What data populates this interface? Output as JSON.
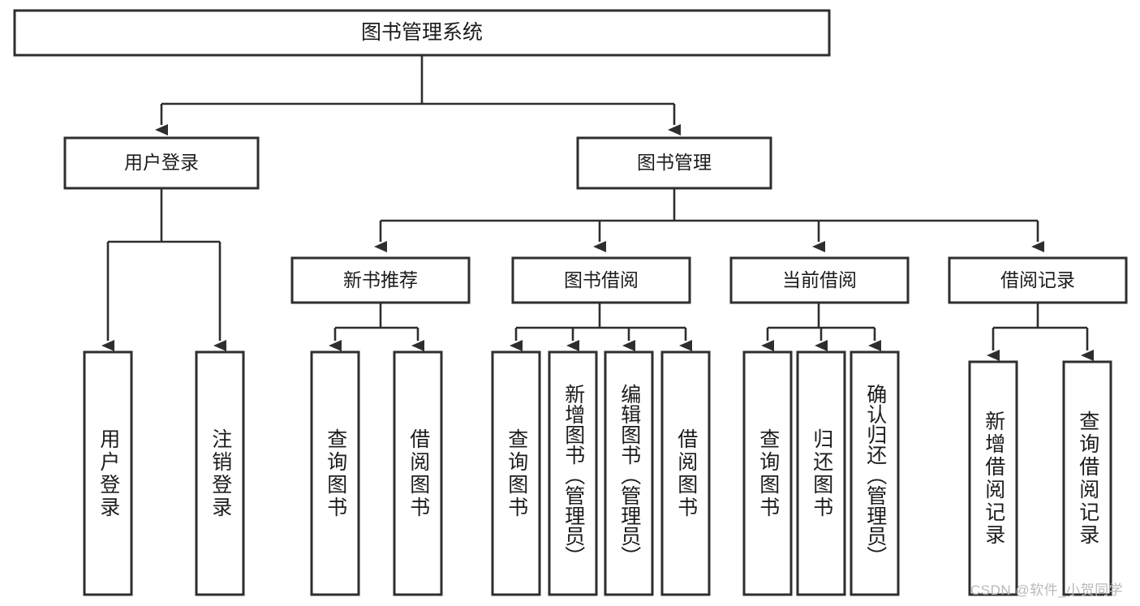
{
  "diagram": {
    "type": "hierarchy-tree",
    "title": "图书管理系统",
    "root": {
      "label": "图书管理系统",
      "orientation": "horizontal"
    },
    "level2": [
      {
        "label": "用户登录",
        "orientation": "horizontal"
      },
      {
        "label": "图书管理",
        "orientation": "horizontal"
      }
    ],
    "level3": [
      {
        "label": "新书推荐",
        "orientation": "horizontal",
        "parent": "图书管理"
      },
      {
        "label": "图书借阅",
        "orientation": "horizontal",
        "parent": "图书管理"
      },
      {
        "label": "当前借阅",
        "orientation": "horizontal",
        "parent": "图书管理"
      },
      {
        "label": "借阅记录",
        "orientation": "horizontal",
        "parent": "图书管理"
      }
    ],
    "leaves": {
      "user_login": [
        {
          "label": "用户登录",
          "orientation": "vertical"
        },
        {
          "label": "注销登录",
          "orientation": "vertical"
        }
      ],
      "new_book_recommend": [
        {
          "label": "查询图书",
          "orientation": "vertical"
        },
        {
          "label": "借阅图书",
          "orientation": "vertical"
        }
      ],
      "book_borrow": [
        {
          "label": "查询图书",
          "orientation": "vertical"
        },
        {
          "label": "新增图书（管理员）",
          "orientation": "vertical"
        },
        {
          "label": "编辑图书（管理员）",
          "orientation": "vertical"
        },
        {
          "label": "借阅图书",
          "orientation": "vertical"
        }
      ],
      "current_borrow": [
        {
          "label": "查询图书",
          "orientation": "vertical"
        },
        {
          "label": "归还图书",
          "orientation": "vertical"
        },
        {
          "label": "确认归还（管理员）",
          "orientation": "vertical"
        }
      ],
      "borrow_record": [
        {
          "label": "新增借阅记录",
          "orientation": "vertical"
        },
        {
          "label": "查询借阅记录",
          "orientation": "vertical"
        }
      ]
    }
  },
  "watermark": {
    "text": "CSDN @软件_小贺同学"
  },
  "colors": {
    "stroke": "#2e2e2e",
    "fill": "#ffffff",
    "text": "#1c1c1c",
    "watermark": "#b9b9b9"
  }
}
